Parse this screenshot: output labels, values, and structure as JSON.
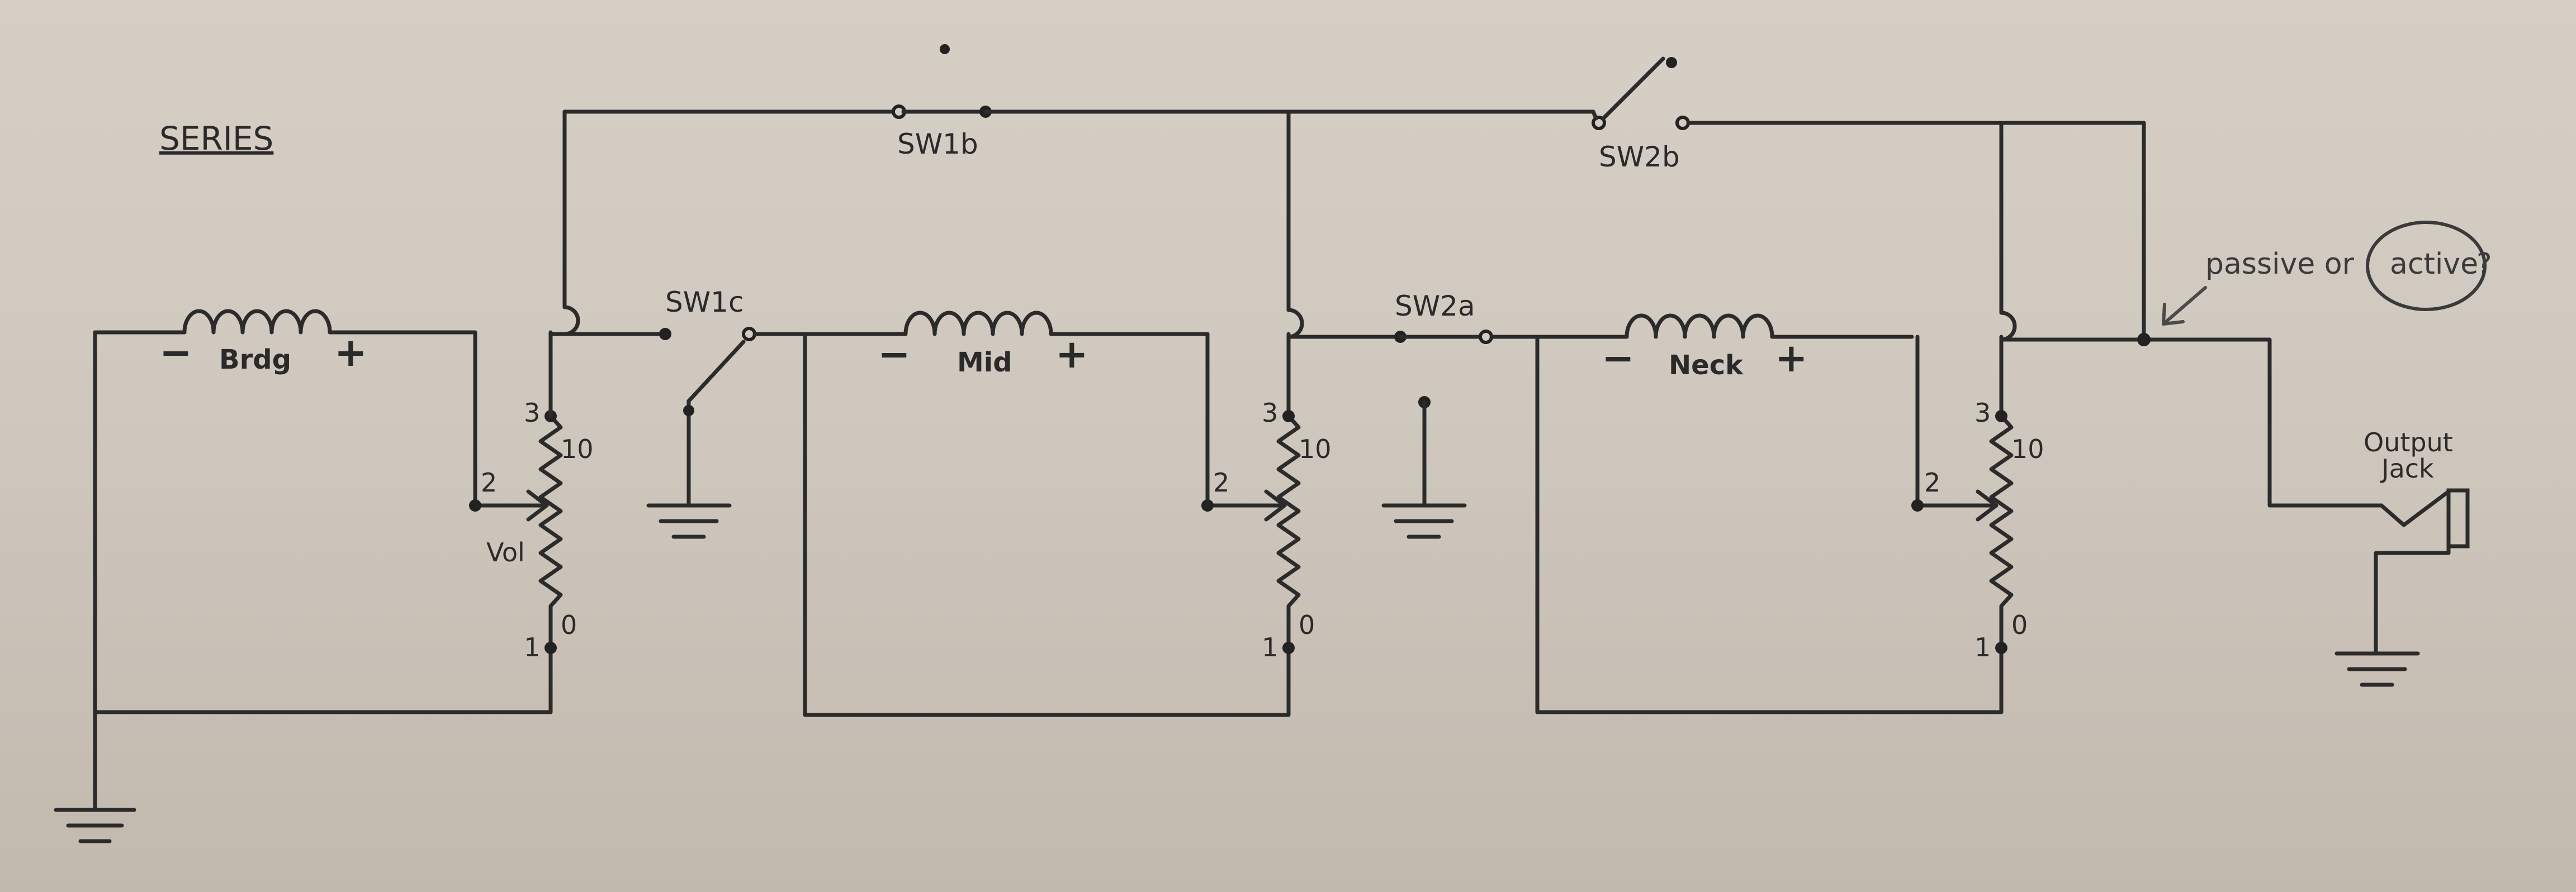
{
  "title": "SERIES",
  "annotation": {
    "text_a": "passive or",
    "text_b": "active",
    "text_c": "?"
  },
  "pickups": [
    {
      "name": "Brdg",
      "minus": "−",
      "plus": "+"
    },
    {
      "name": "Mid",
      "minus": "−",
      "plus": "+"
    },
    {
      "name": "Neck",
      "minus": "−",
      "plus": "+"
    }
  ],
  "switches": [
    "SW1c",
    "SW1b",
    "SW2a",
    "SW2b"
  ],
  "pots": {
    "label": "Vol",
    "pins": {
      "p1": "1",
      "p2": "2",
      "p3": "3"
    },
    "ends": {
      "high": "10",
      "low": "0"
    }
  },
  "output": {
    "line1": "Output",
    "line2": "Jack"
  }
}
